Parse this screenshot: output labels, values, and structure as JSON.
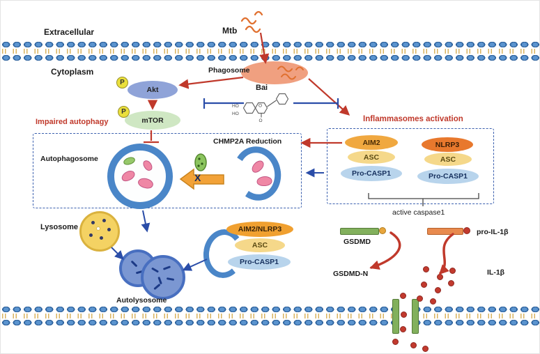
{
  "figure": {
    "regions": {
      "extracellular": "Extracellular",
      "cytoplasm": "Cytoplasm"
    },
    "labels": {
      "mtb": "Mtb",
      "phagosome": "Phagosome",
      "bai": "Bai",
      "akt": "Akt",
      "mtor": "mTOR",
      "phospho": "P",
      "impaired_autophagy": "Impaired autophagy",
      "autophagosome": "Autophagosome",
      "chmp2a_reduction": "CHMP2A Reduction",
      "inflammasomes_activation": "Inflammasomes activation",
      "active_caspase1": "active caspase1",
      "gsdmd": "GSDMD",
      "gsdmd_n": "GSDMD-N",
      "pro_il1b": "pro-IL-1β",
      "il1b": "IL-1β",
      "lysosome": "Lysosome",
      "autolysosome": "Autolysosome",
      "x_block": "X"
    },
    "bai_structure": {
      "ho_top": "HO",
      "ho_bottom": "HO",
      "o_ring": "O",
      "o_carbonyl": "O"
    },
    "inflammasome_aim2": {
      "sensor": "AIM2",
      "adaptor": "ASC",
      "caspase": "Pro-CASP1"
    },
    "inflammasome_nlrp3": {
      "sensor": "NLRP3",
      "adaptor": "ASC",
      "caspase": "Pro-CASP1"
    },
    "cytosolic_complex": {
      "sensor": "AIM2/NLRP3",
      "adaptor": "ASC",
      "caspase": "Pro-CASP1"
    },
    "colors": {
      "activation_red": "#c0392b",
      "inhibition_blue": "#2a4da8",
      "membrane_blue": "#4a86c8",
      "phagosome_salmon": "#f0a080",
      "aim2_orange": "#f0a840",
      "nlrp3_orange": "#e8782d",
      "asc_yellow": "#f5d88a",
      "procasp1_blue": "#b8d4ec",
      "gsdmd_green": "#82b05c",
      "il1b_red": "#c23a2e",
      "lysosome_yellow": "#f4d263"
    }
  }
}
